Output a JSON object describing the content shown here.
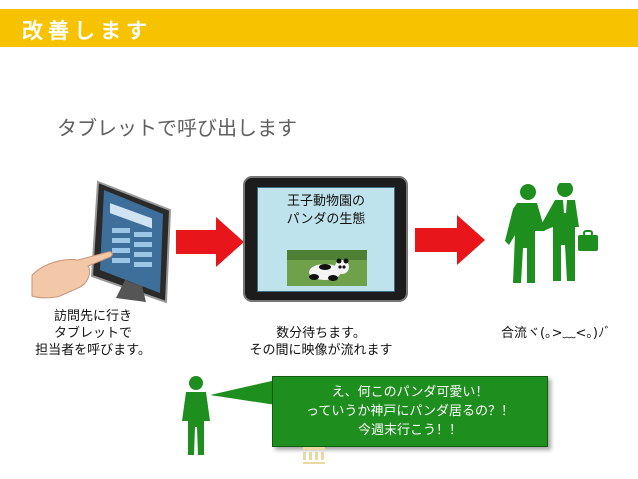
{
  "header": {
    "title": "改善します",
    "bg_color": "#f7c300"
  },
  "subtitle": "タブレットで呼び出します",
  "step1": {
    "caption_lines": [
      "訪問先に行き",
      "タブレットで",
      "担当者を呼びます。"
    ]
  },
  "step2": {
    "screen_lines": [
      "王子動物園の",
      "パンダの生態"
    ],
    "caption_lines": [
      "数分待ちます。",
      "その間に映像が流れます"
    ]
  },
  "step3": {
    "caption": "合流ヾ(｡>﹏<｡)ﾉﾞ"
  },
  "speech": {
    "lines": [
      "え、何このパンダ可愛い！",
      "っていうか神戸にパンダ居るの？！",
      "今週末行こう！！"
    ],
    "bg_color": "#1e8e1e"
  },
  "colors": {
    "arrow": "#e8151b",
    "figure": "#1e8e1e"
  }
}
